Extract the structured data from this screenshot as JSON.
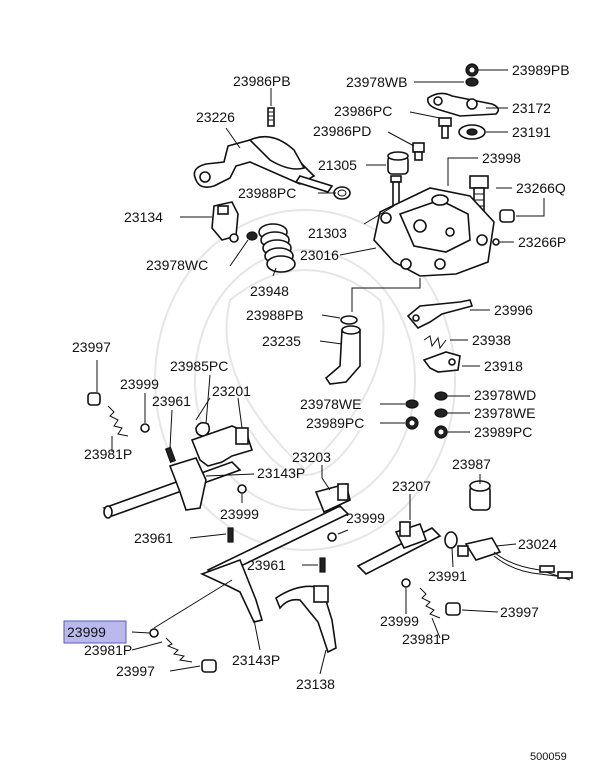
{
  "diagram": {
    "figure_number": "500059",
    "highlight_color": "#b9b9ee",
    "highlighted_part": "23999",
    "labels": {
      "l23989PB": "23989PB",
      "l23978WB": "23978WB",
      "l23172": "23172",
      "l23986PB": "23986PB",
      "l23986PC": "23986PC",
      "l23191": "23191",
      "l23226": "23226",
      "l23986PD": "23986PD",
      "l23998": "23998",
      "l21305": "21305",
      "l23988PC": "23988PC",
      "l23266Q": "23266Q",
      "l23134": "23134",
      "l21303": "21303",
      "l23266P": "23266P",
      "l23978WC": "23978WC",
      "l23016": "23016",
      "l23948": "23948",
      "l23988PB": "23988PB",
      "l23996": "23996",
      "l23235": "23235",
      "l23938": "23938",
      "l23997a": "23997",
      "l23985PC": "23985PC",
      "l23918": "23918",
      "l23999a": "23999",
      "l23201": "23201",
      "l23978WD": "23978WD",
      "l23961a": "23961",
      "l23978WE": "23978WE",
      "l23978WE2": "23978WE",
      "l23989PCa": "23989PC",
      "l23989PCb": "23989PC",
      "l23981Pa": "23981P",
      "l23143Pa": "23143P",
      "l23203": "23203",
      "l23987": "23987",
      "l23999b": "23999",
      "l23207": "23207",
      "l23999c": "23999",
      "l23961b": "23961",
      "l23024": "23024",
      "l23961c": "23961",
      "l23991": "23991",
      "l23999hl": "23999",
      "l23997b": "23997",
      "l23999d": "23999",
      "l23981Pb": "23981P",
      "l23981Pc": "23981P",
      "l23997c": "23997",
      "l23143Pb": "23143P",
      "l23138": "23138"
    }
  }
}
